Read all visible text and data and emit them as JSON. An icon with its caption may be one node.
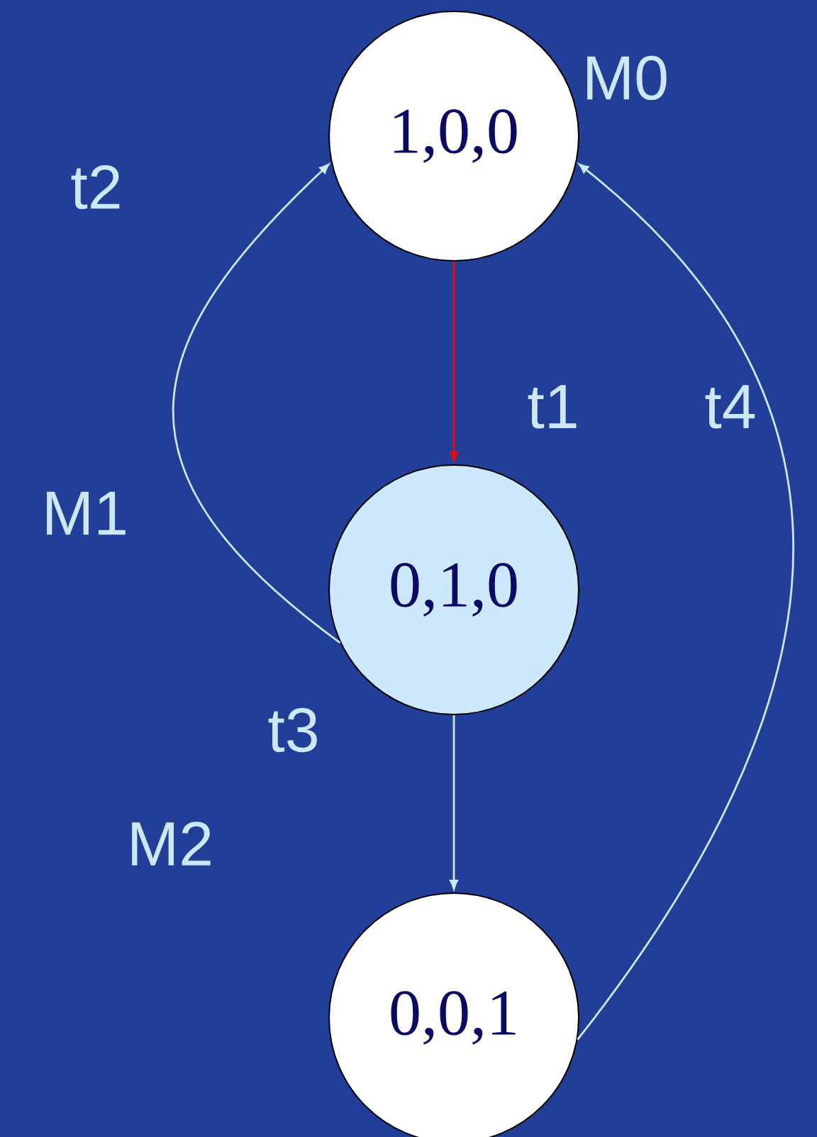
{
  "diagram": {
    "nodes": [
      {
        "text": [
          "1,0,0"
        ],
        "beside": [
          "M0"
        ]
      },
      {
        "text": [
          "0,1,0"
        ],
        "beside": [
          "M1"
        ]
      },
      {
        "text": [
          "0,0,1"
        ],
        "beside": [
          "M2"
        ]
      }
    ],
    "edges": [
      {
        "from": 0,
        "to": 1,
        "arrow": "to",
        "label": "t1",
        "color": "#ff0000"
      },
      {
        "from": 1,
        "to": 0,
        "arrow": "to",
        "label": "t2"
      },
      {
        "from": 1,
        "to": 2,
        "arrow": "to",
        "label": "t3"
      },
      {
        "from": 2,
        "to": 0,
        "arrow": "to",
        "label": "t4"
      }
    ]
  }
}
